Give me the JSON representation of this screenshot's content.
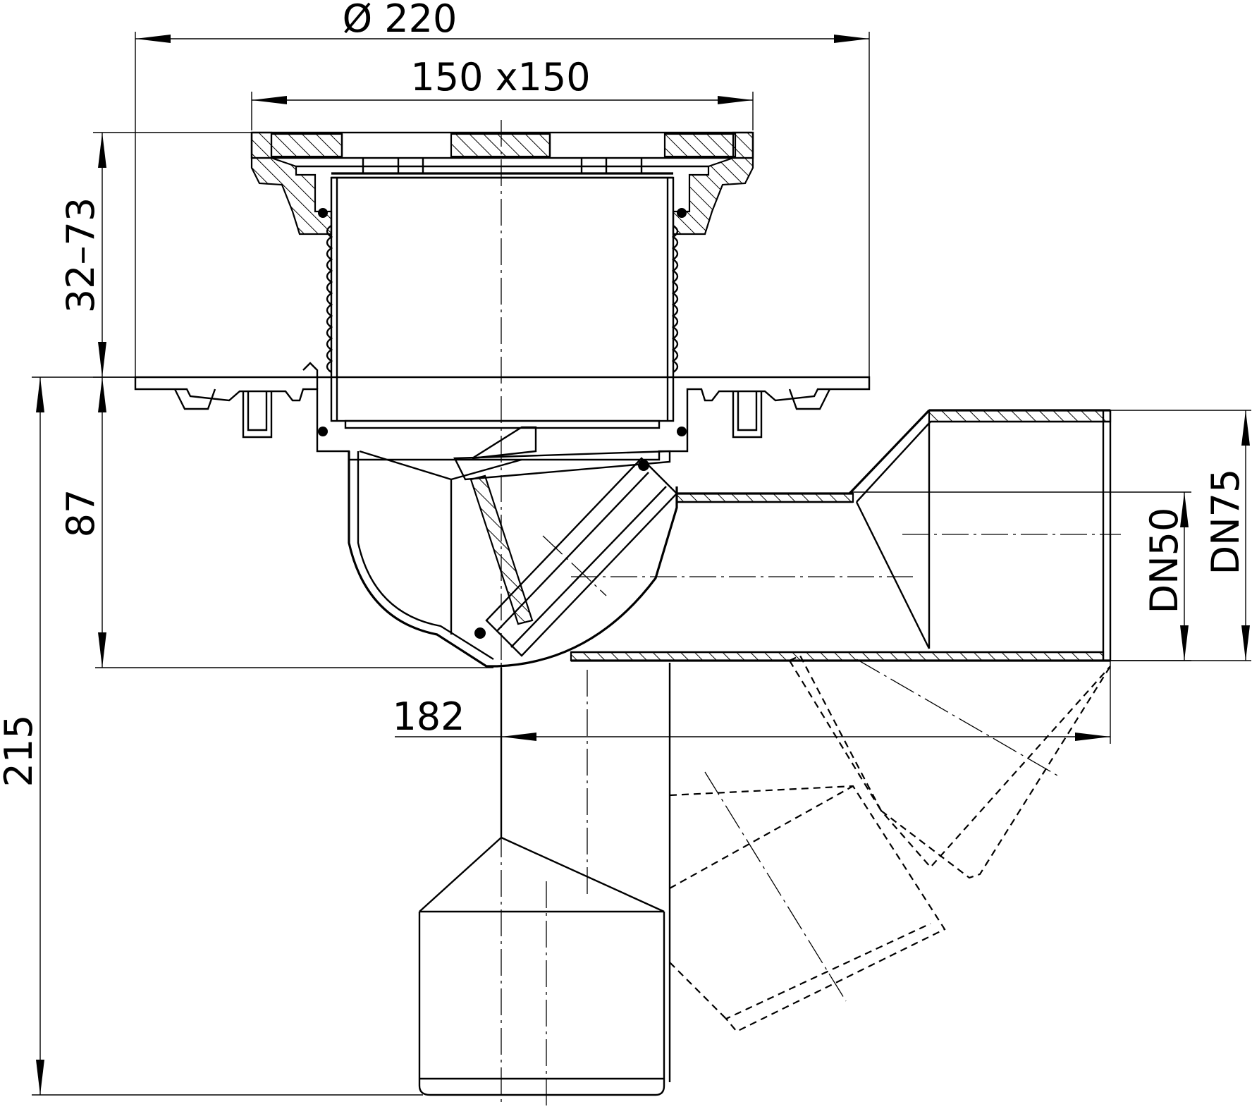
{
  "dimensions": {
    "diameter_220": "Ø 220",
    "grate_150x150": "150 x150",
    "height_32_73": "32–73",
    "height_87": "87",
    "height_215": "215",
    "length_182": "182",
    "dn50": "DN50",
    "dn75": "DN75"
  },
  "colors": {
    "line": "#000000",
    "background": "#ffffff"
  }
}
